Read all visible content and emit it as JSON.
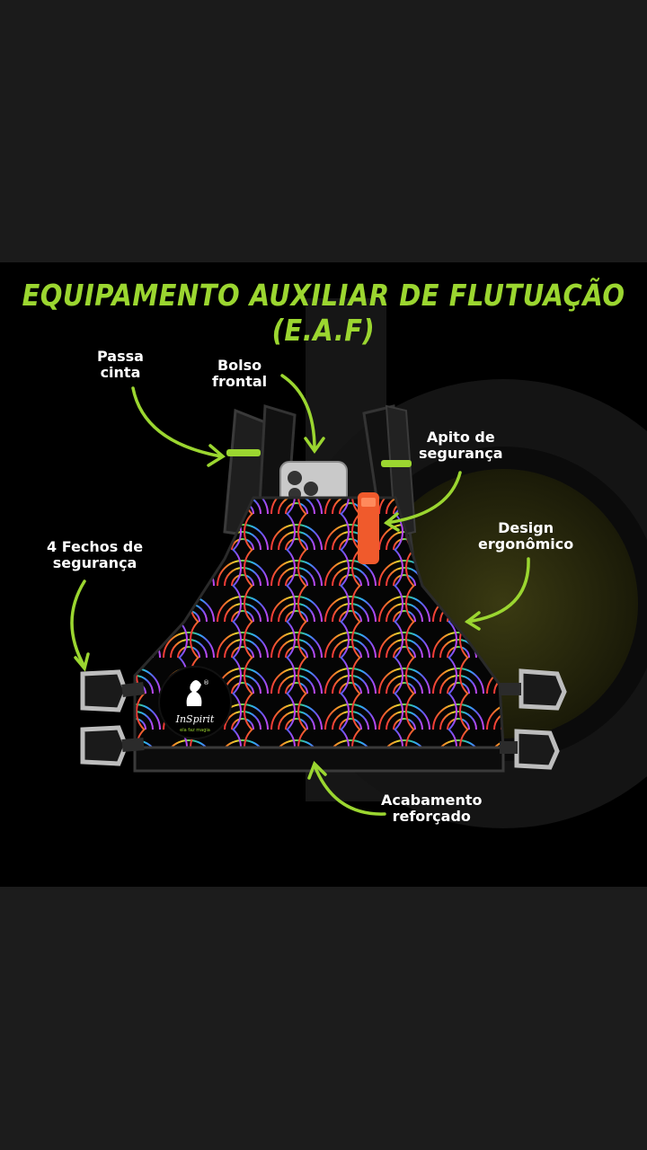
{
  "title": "EQUIPAMENTO AUXILIAR DE FLUTUAÇÃO (E.A.F)",
  "labels": {
    "passa_cinta": [
      "Passa",
      "cinta"
    ],
    "bolso_frontal": [
      "Bolso",
      "frontal"
    ],
    "apito": [
      "Apito de",
      "segurança"
    ],
    "design": [
      "Design",
      "ergonômico"
    ],
    "fechos": [
      "4 Fechos de",
      "segurança"
    ],
    "acabamento": [
      "Acabamento",
      "reforçado"
    ]
  },
  "brand": {
    "name": "InSpirit",
    "tagline": "ela faz magia",
    "registered": "®"
  },
  "colors": {
    "accent": "#9bd630",
    "panel_bg": "#000000",
    "page_bg": "#1b1b1b",
    "whistle": "#f05a2c"
  }
}
